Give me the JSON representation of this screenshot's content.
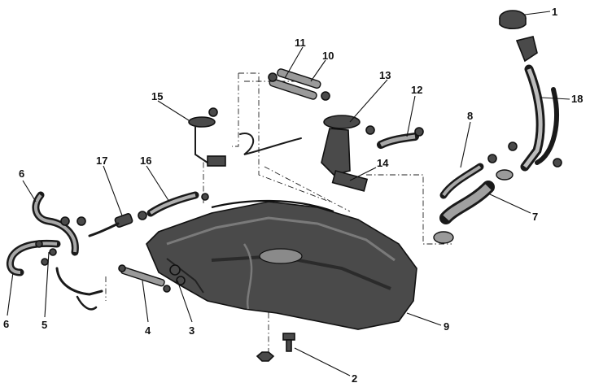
{
  "diagram": {
    "callouts": [
      "1",
      "2",
      "3",
      "4",
      "5",
      "6",
      "6",
      "7",
      "8",
      "9",
      "10",
      "11",
      "12",
      "13",
      "14",
      "15",
      "16",
      "17",
      "18"
    ]
  },
  "colors": {
    "ink": "#111111",
    "tank_fill": "#4a4a4a",
    "hose_fill": "#9a9a9a",
    "background": "#ffffff"
  }
}
